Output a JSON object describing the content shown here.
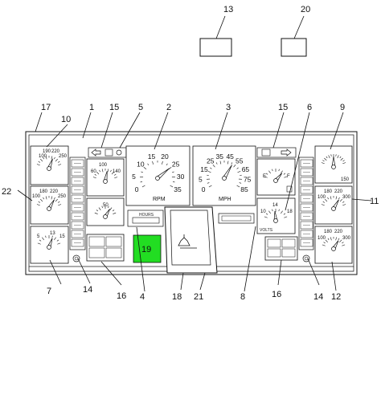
{
  "callouts": {
    "c1": "1",
    "c2": "2",
    "c3": "3",
    "c4": "4",
    "c5": "5",
    "c6": "6",
    "c7": "7",
    "c8": "8",
    "c9": "9",
    "c10": "10",
    "c11": "11",
    "c12": "12",
    "c13": "13",
    "c14_left": "14",
    "c14_right": "14",
    "c15_left": "15",
    "c15_right": "15",
    "c16_left": "16",
    "c16_right": "16",
    "c17": "17",
    "c18": "18",
    "c19": "19",
    "c20": "20",
    "c21": "21",
    "c22": "22"
  },
  "tachometer": {
    "ticks": [
      "0",
      "5",
      "10",
      "15",
      "20",
      "25",
      "30",
      "35"
    ],
    "unit": "RPM"
  },
  "speedometer": {
    "ticks": [
      "0",
      "5",
      "15",
      "25",
      "35",
      "45",
      "55",
      "65",
      "75",
      "85"
    ],
    "unit": "MPH"
  },
  "hour_meter": {
    "label": "HOURS",
    "callout": "19",
    "highlight_color": "#22dd22"
  },
  "gauges": {
    "left_top": {
      "low": "100",
      "mid1": "190",
      "mid2": "220",
      "high": "250"
    },
    "left_mid": {
      "low": "100",
      "mid1": "180",
      "mid2": "220",
      "high": "250"
    },
    "left_bot": {
      "a": "5",
      "b": "13",
      "c": "15"
    },
    "center_upper": {
      "low": "60",
      "mid": "100",
      "high": "140"
    },
    "center_lower": {
      "mid": "50"
    },
    "fuel": {
      "low": "E",
      "high": "F"
    },
    "volts": {
      "low": "10",
      "mid": "14",
      "high": "18",
      "unit": "VOLTS"
    },
    "right_mid": {
      "low": "100",
      "mid1": "180",
      "mid2": "220",
      "high": "300"
    },
    "right_bot": {
      "low": "100",
      "mid1": "180",
      "mid2": "220",
      "high": "300"
    },
    "right_top": {
      "high": "150"
    }
  }
}
